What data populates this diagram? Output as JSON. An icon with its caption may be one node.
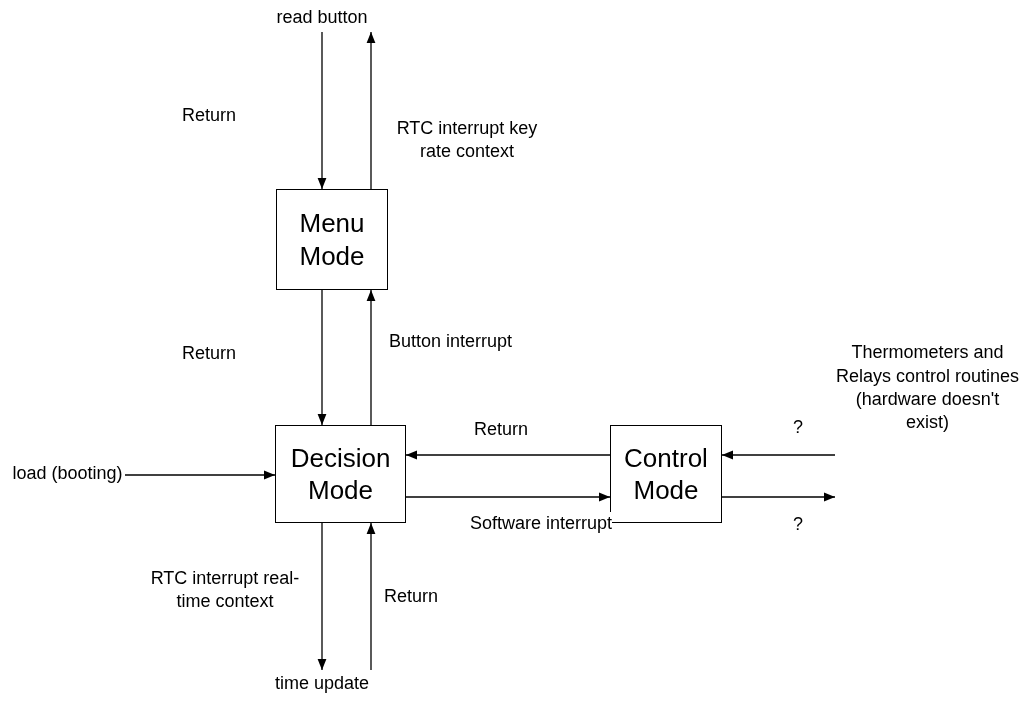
{
  "diagram": {
    "nodes": [
      {
        "text": [
          "read button"
        ]
      },
      {
        "text": [
          "Menu Mode"
        ]
      },
      {
        "text": [
          "Decision Mode"
        ]
      },
      {
        "text": [
          "Control Mode"
        ]
      },
      {
        "text": [
          "load (booting)"
        ]
      },
      {
        "text": [
          "time update"
        ]
      },
      {
        "text": [
          "Thermometers and Relays control routines (hardware doesn't exist)"
        ]
      }
    ],
    "edges": [
      {
        "from": 0,
        "to": 1,
        "arrow": "to",
        "label": "Return"
      },
      {
        "from": 1,
        "to": 0,
        "arrow": "to",
        "label": "RTC interrupt key rate context"
      },
      {
        "from": 1,
        "to": 2,
        "arrow": "to",
        "label": "Return"
      },
      {
        "from": 2,
        "to": 1,
        "arrow": "to",
        "label": "Button interrupt"
      },
      {
        "from": 3,
        "to": 2,
        "arrow": "to",
        "label": "Return"
      },
      {
        "from": 2,
        "to": 3,
        "arrow": "to",
        "label": "Software interrupt"
      },
      {
        "from": 6,
        "to": 3,
        "arrow": "to",
        "label": "?"
      },
      {
        "from": 3,
        "to": 6,
        "arrow": "to",
        "label": "?"
      },
      {
        "from": 4,
        "to": 2,
        "arrow": "to"
      },
      {
        "from": 2,
        "to": 5,
        "arrow": "to",
        "label": "RTC interrupt real-time context"
      },
      {
        "from": 5,
        "to": 2,
        "arrow": "to",
        "label": "Return"
      }
    ]
  }
}
